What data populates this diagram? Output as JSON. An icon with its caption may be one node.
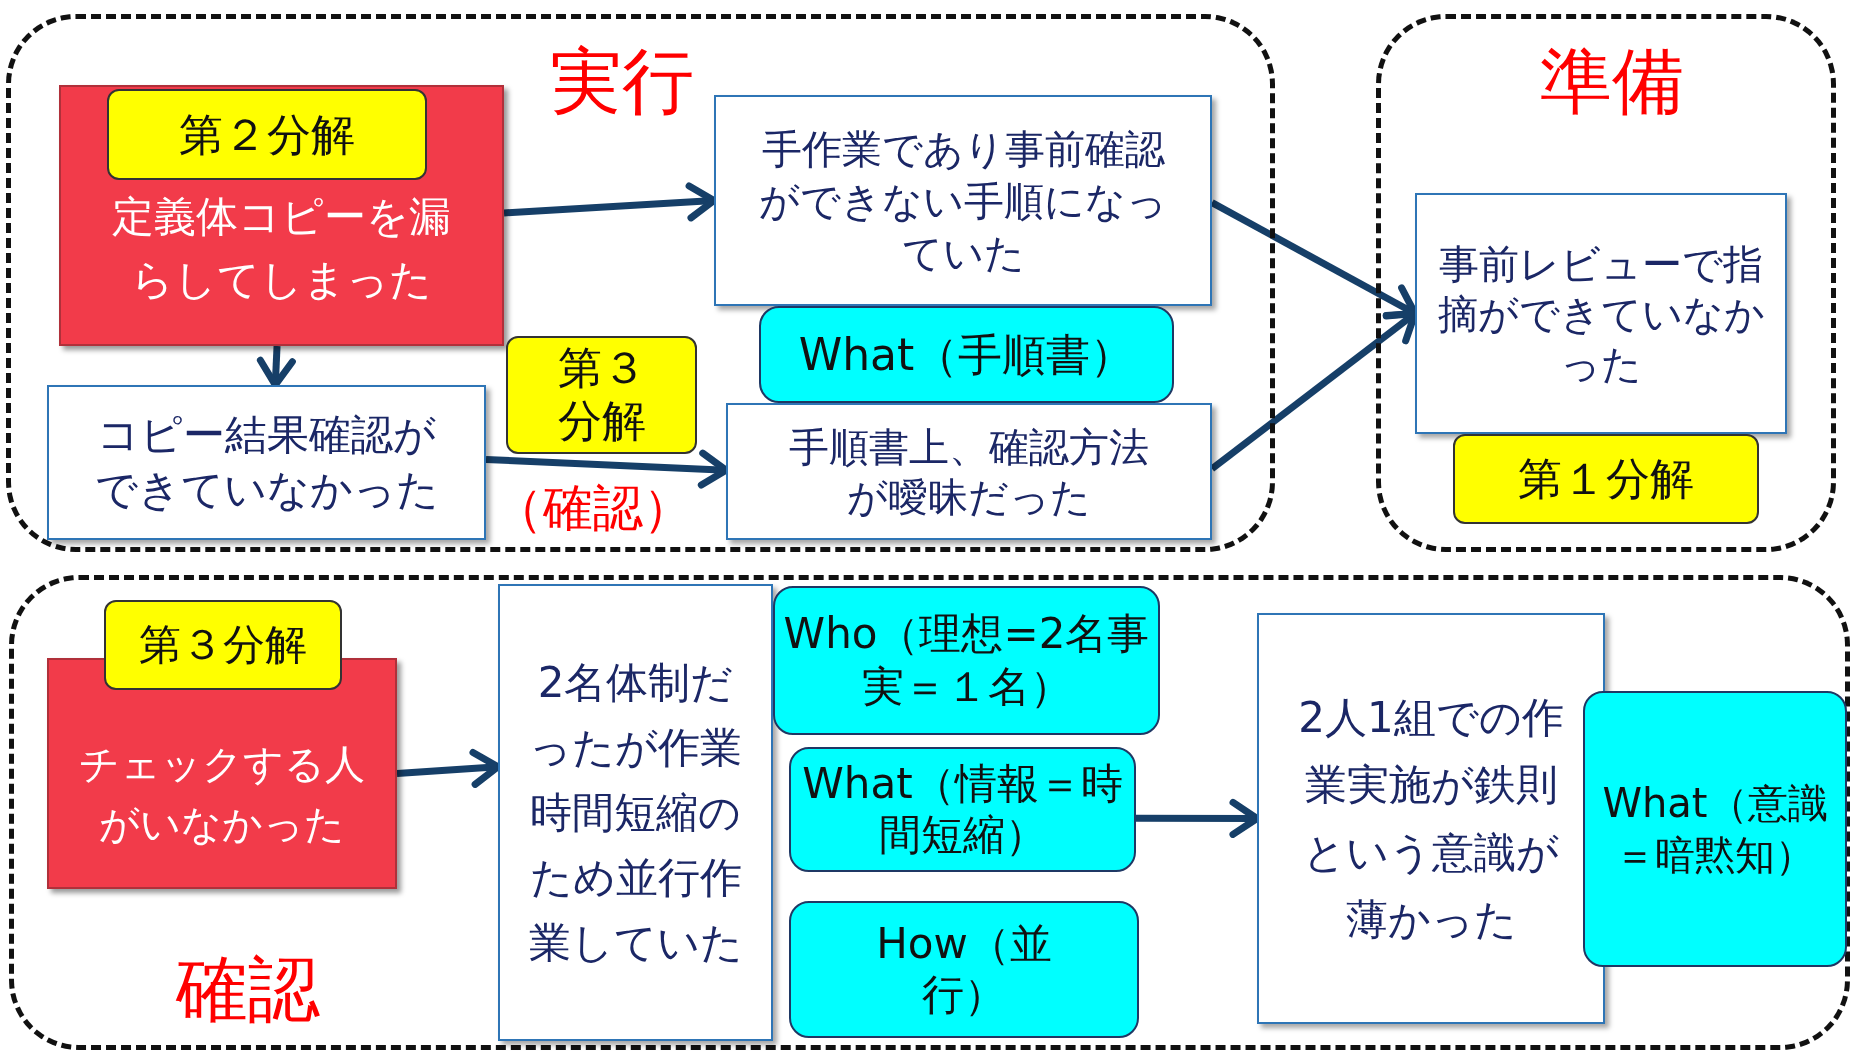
{
  "diagram": {
    "nodes": [
      {
        "text": [
          "実行"
        ]
      },
      {
        "text": [
          "定義体コピーを漏らしてしまった"
        ],
        "in": 0
      },
      {
        "text": [
          "第２分解"
        ],
        "in": 1
      },
      {
        "text": [
          "手作業であり事前確認ができない手順になっていた"
        ],
        "in": 0
      },
      {
        "text": [
          "What（手順書）"
        ],
        "in": 0
      },
      {
        "text": [
          "手順書上、確認方法が曖昧だった"
        ],
        "in": 0
      },
      {
        "text": [
          "第３分解"
        ],
        "in": 0
      },
      {
        "text": [
          "コピー結果確認ができていなかった"
        ],
        "in": 0
      },
      {
        "text": [
          "準備"
        ]
      },
      {
        "text": [
          "事前レビューで指摘ができていなかった"
        ],
        "in": 8
      },
      {
        "text": [
          "第１分解"
        ],
        "in": 8
      },
      {
        "text": [
          "確認"
        ]
      },
      {
        "text": [
          "チェックする人がいなかった"
        ],
        "in": 11
      },
      {
        "text": [
          "第３分解"
        ],
        "in": 11
      },
      {
        "text": [
          "2名体制だったが作業時間短縮のため並行作業していた"
        ],
        "in": 11
      },
      {
        "text": [
          "Who（理想=2名事実＝１名）"
        ],
        "in": 11
      },
      {
        "text": [
          "What（情報＝時間短縮）"
        ],
        "in": 11
      },
      {
        "text": [
          "How（並行）"
        ],
        "in": 11
      },
      {
        "text": [
          "2人1組での作業実施が鉄則という意識が薄かった"
        ],
        "in": 11
      },
      {
        "text": [
          "What（意識＝暗黙知）"
        ],
        "in": 11
      }
    ],
    "edges": [
      {
        "from": 1,
        "to": 3,
        "arrow": "to"
      },
      {
        "from": 1,
        "to": 7,
        "arrow": "to"
      },
      {
        "from": 7,
        "to": 5,
        "arrow": "to",
        "label": "（確認）"
      },
      {
        "from": 3,
        "to": 9,
        "arrow": "to"
      },
      {
        "from": 5,
        "to": 9,
        "arrow": "to"
      },
      {
        "from": 12,
        "to": 14,
        "arrow": "to"
      },
      {
        "from": 16,
        "to": 18,
        "arrow": "to"
      }
    ]
  }
}
